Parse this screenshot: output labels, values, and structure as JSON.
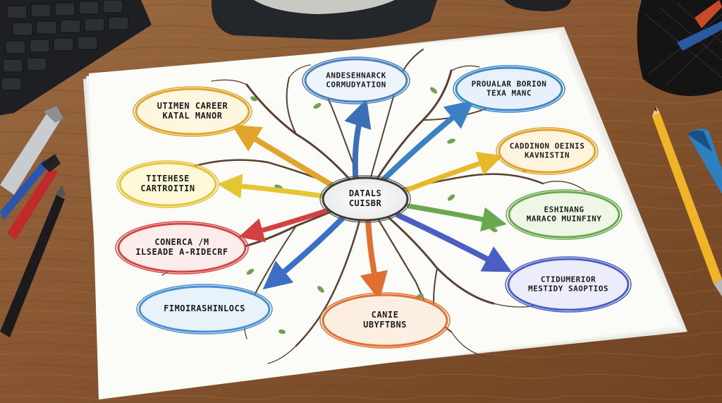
{
  "center": {
    "lines": [
      "DATALS",
      "CUISBR"
    ]
  },
  "nodes": [
    {
      "id": "top-center",
      "lines": [
        "ANDESEHNARCK",
        "CORMUDYATION"
      ],
      "color": "#4a7fc1"
    },
    {
      "id": "top-right",
      "lines": [
        "PROUALAR BORION",
        "TEXA MANC"
      ],
      "color": "#3a88c9"
    },
    {
      "id": "top-left",
      "lines": [
        "UTIMEN CAREER",
        "KATAL MANOR"
      ],
      "color": "#e0a52a"
    },
    {
      "id": "right-upper",
      "lines": [
        "CADDINON OEINIS",
        "KAVNISTIN"
      ],
      "color": "#e2a22a"
    },
    {
      "id": "left-upper",
      "lines": [
        "TITEHESE",
        "CARTROITIN"
      ],
      "color": "#e8c23a"
    },
    {
      "id": "right-middle",
      "lines": [
        "ESHINANG",
        "MARACO MUINFINY"
      ],
      "color": "#6aa84f"
    },
    {
      "id": "left-middle",
      "lines": [
        "CONERCA /M",
        "ILSEADE A-RIDECRF"
      ],
      "color": "#d64545"
    },
    {
      "id": "right-lower",
      "lines": [
        "CTIDUMERIOR",
        "MESTIDY SAOPTIOS"
      ],
      "color": "#4a5fc1"
    },
    {
      "id": "left-lower",
      "lines": [
        "FIMOIRASHINLOCS"
      ],
      "color": "#4a8fd1"
    },
    {
      "id": "bottom-center",
      "lines": [
        "CANIE",
        "UBYFTBNS"
      ],
      "color": "#e07030"
    }
  ],
  "colors": {
    "desk": "#8b5a35",
    "paper": "#fbfbf8",
    "branch": "#5a4030",
    "leaf": "#6fa24a",
    "pencil": "#f0b429",
    "keyboard": "#1d1f22"
  }
}
